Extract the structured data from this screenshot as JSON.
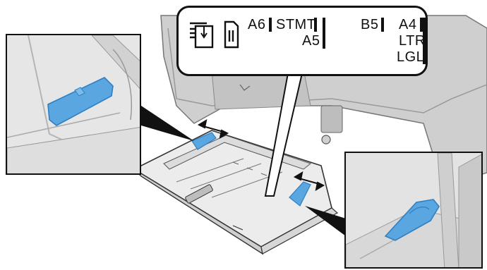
{
  "callout": {
    "labels": {
      "a6": "A6",
      "stmt": "STMT",
      "a5": "A5",
      "b5": "B5",
      "a4": "A4",
      "ltr": "LTR",
      "lgl": "LGL"
    },
    "icons": [
      "feed-direction-icon",
      "paper-orientation-icon"
    ]
  },
  "colors": {
    "guide_blue": "#5aa6e0",
    "guide_blue_dark": "#2f7fc2",
    "printer_gray": "#d9d9d9",
    "outline": "#111111"
  }
}
